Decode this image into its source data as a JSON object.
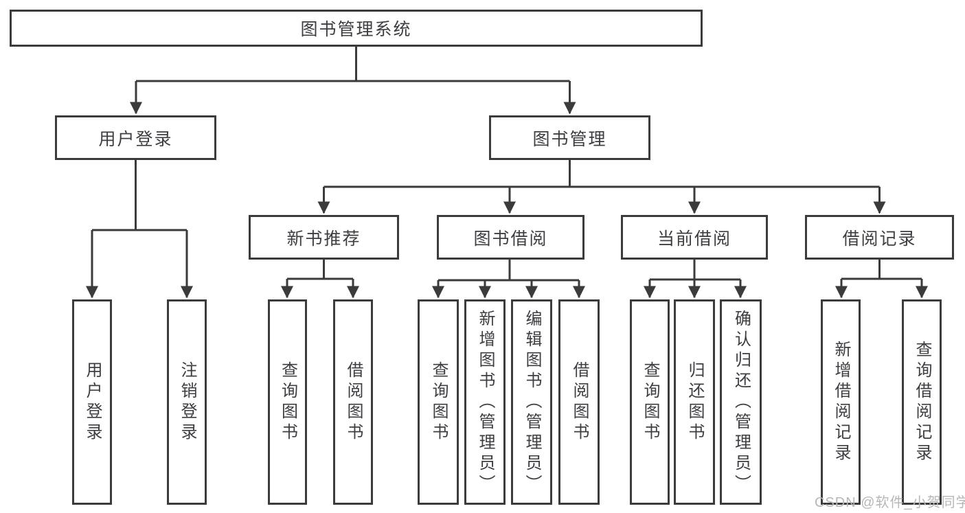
{
  "nodes": {
    "root": "图书管理系统",
    "login_group": "用户登录",
    "mgmt_group": "图书管理",
    "sections": {
      "recommend": "新书推荐",
      "borrow": "图书借阅",
      "current": "当前借阅",
      "records": "借阅记录"
    },
    "leaves": {
      "login": "用户登录",
      "logout": "注销登录",
      "rec_query": "查询图书",
      "rec_borrow": "借阅图书",
      "bor_query": "查询图书",
      "bor_add": "新增图书（管理员）",
      "bor_edit": "编辑图书（管理员）",
      "bor_borrow": "借阅图书",
      "cur_query": "查询图书",
      "cur_return": "归还图书",
      "cur_confirm": "确认归还（管理员）",
      "rec_add_record": "新增借阅记录",
      "rec_query_record": "查询借阅记录"
    }
  },
  "watermark": "CSDN @软件_小贺同学",
  "colors": {
    "line": "#3b3b3b",
    "border": "#3b3b3b",
    "text": "#3d3d42",
    "watermark": "#b7b7b7",
    "background": "#ffffff"
  }
}
